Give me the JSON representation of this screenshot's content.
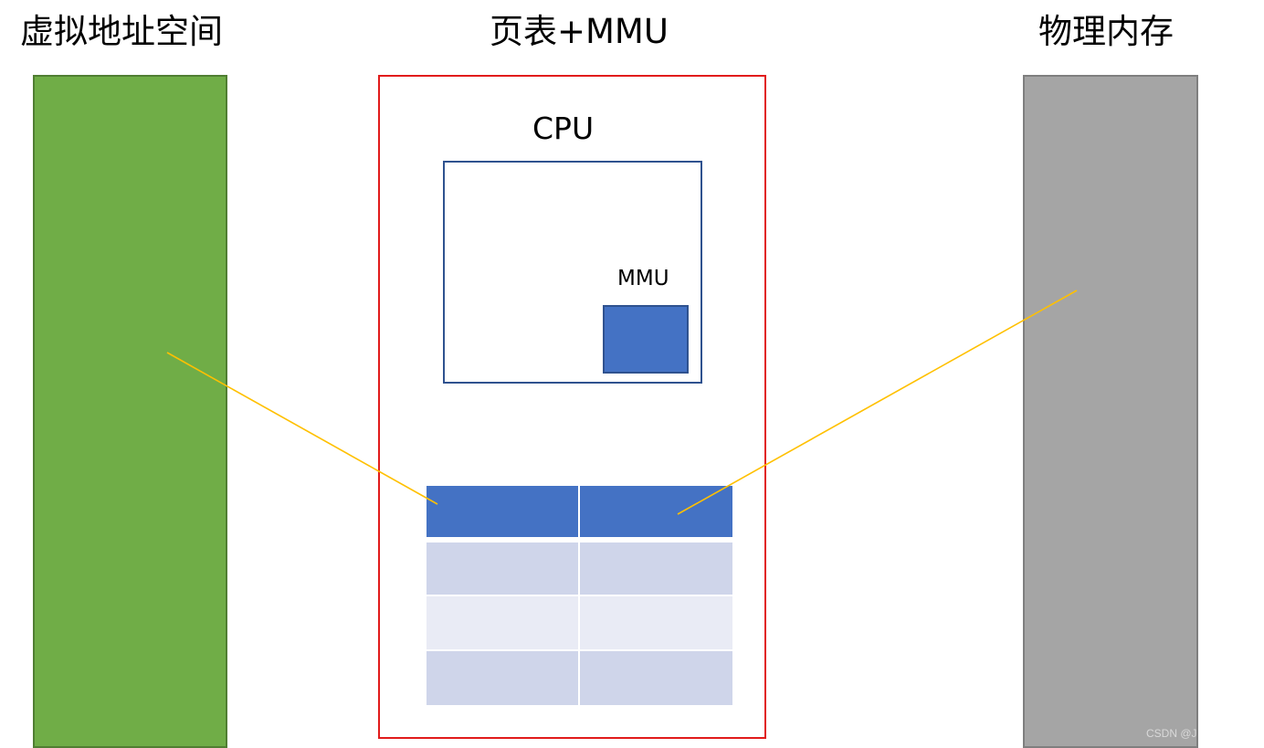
{
  "titles": {
    "virtual": "虚拟地址空间",
    "pagetable": "页表+MMU",
    "physical": "物理内存"
  },
  "cpu": {
    "label": "CPU"
  },
  "mmu": {
    "label": "MMU"
  },
  "watermark": "CSDN @J",
  "colors": {
    "virtual_fill": "#70ad47",
    "physical_fill": "#a5a5a5",
    "frame_border": "#e11b1b",
    "cpu_border": "#2f528f",
    "mmu_fill": "#4472c4",
    "table_header": "#4472c4",
    "table_row_dark": "#cfd5ea",
    "table_row_light": "#e9ebf5",
    "connector": "#ffc000"
  },
  "page_table": {
    "columns": 2,
    "rows": [
      "header",
      "dark",
      "light",
      "dark"
    ]
  }
}
